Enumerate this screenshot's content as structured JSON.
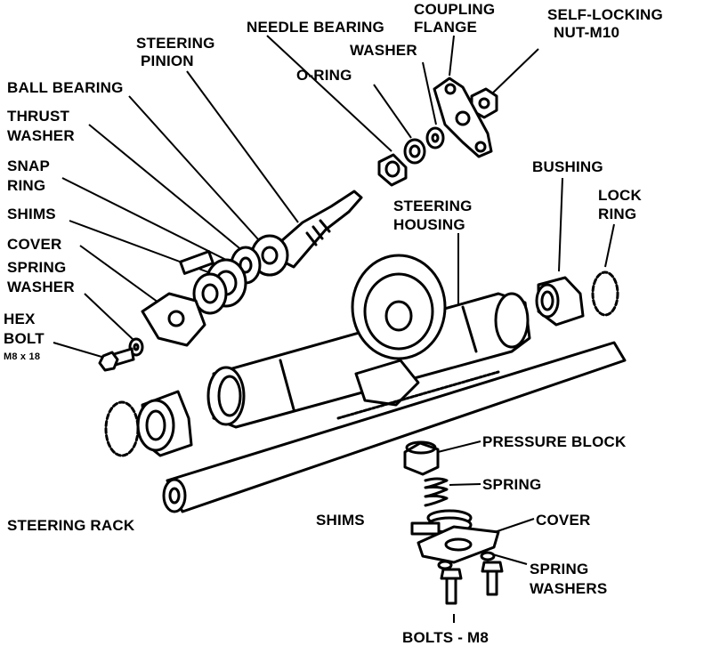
{
  "labels": {
    "needle_bearing": "NEEDLE BEARING",
    "coupling_flange_1": "COUPLING",
    "coupling_flange_2": "FLANGE",
    "self_locking_nut_1": "SELF-LOCKING",
    "self_locking_nut_2": "NUT-M10",
    "steering_pinion_1": "STEERING",
    "steering_pinion_2": "PINION",
    "washer": "WASHER",
    "ball_bearing": "BALL BEARING",
    "o_ring": "O-RING",
    "thrust_washer_1": "THRUST",
    "thrust_washer_2": "WASHER",
    "snap_ring_1": "SNAP",
    "snap_ring_2": "RING",
    "bushing": "BUSHING",
    "steering_housing_1": "STEERING",
    "steering_housing_2": "HOUSING",
    "lock_ring_1": "LOCK",
    "lock_ring_2": "RING",
    "shims_top": "SHIMS",
    "cover_left": "COVER",
    "spring_washer_1": "SPRING",
    "spring_washer_2": "WASHER",
    "hex_bolt_1": "HEX",
    "hex_bolt_2": "BOLT",
    "hex_bolt_size": "M8 x 18",
    "pressure_block": "PRESSURE BLOCK",
    "spring": "SPRING",
    "steering_rack": "STEERING RACK",
    "shims_bottom": "SHIMS",
    "cover_bottom": "COVER",
    "spring_washers_1": "SPRING",
    "spring_washers_2": "WASHERS",
    "bolts_m8": "BOLTS - M8"
  }
}
